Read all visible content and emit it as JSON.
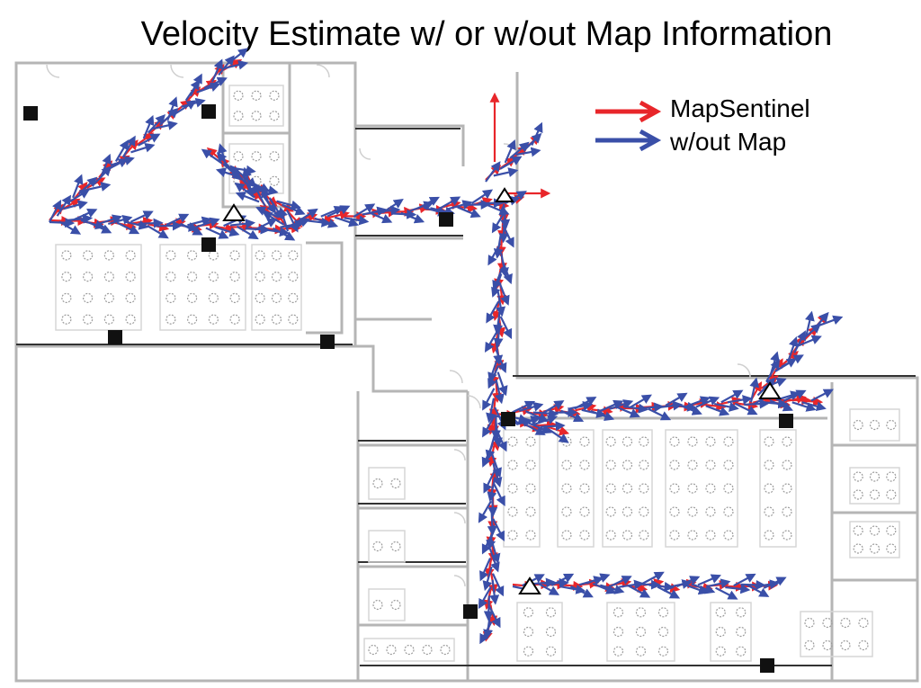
{
  "title": "Velocity Estimate w/ or w/out Map Information",
  "legend": [
    {
      "label": "MapSentinel",
      "color": "#e8262a"
    },
    {
      "label": "w/out Map",
      "color": "#3a4fa8"
    }
  ],
  "colors": {
    "wall": "#b5b5b5",
    "wall_dark": "#333333",
    "marker": "#111111",
    "furniture": "#9a9a9a"
  },
  "icons": [
    "square-marker-icon",
    "triangle-marker-icon",
    "arrow-icon"
  ]
}
